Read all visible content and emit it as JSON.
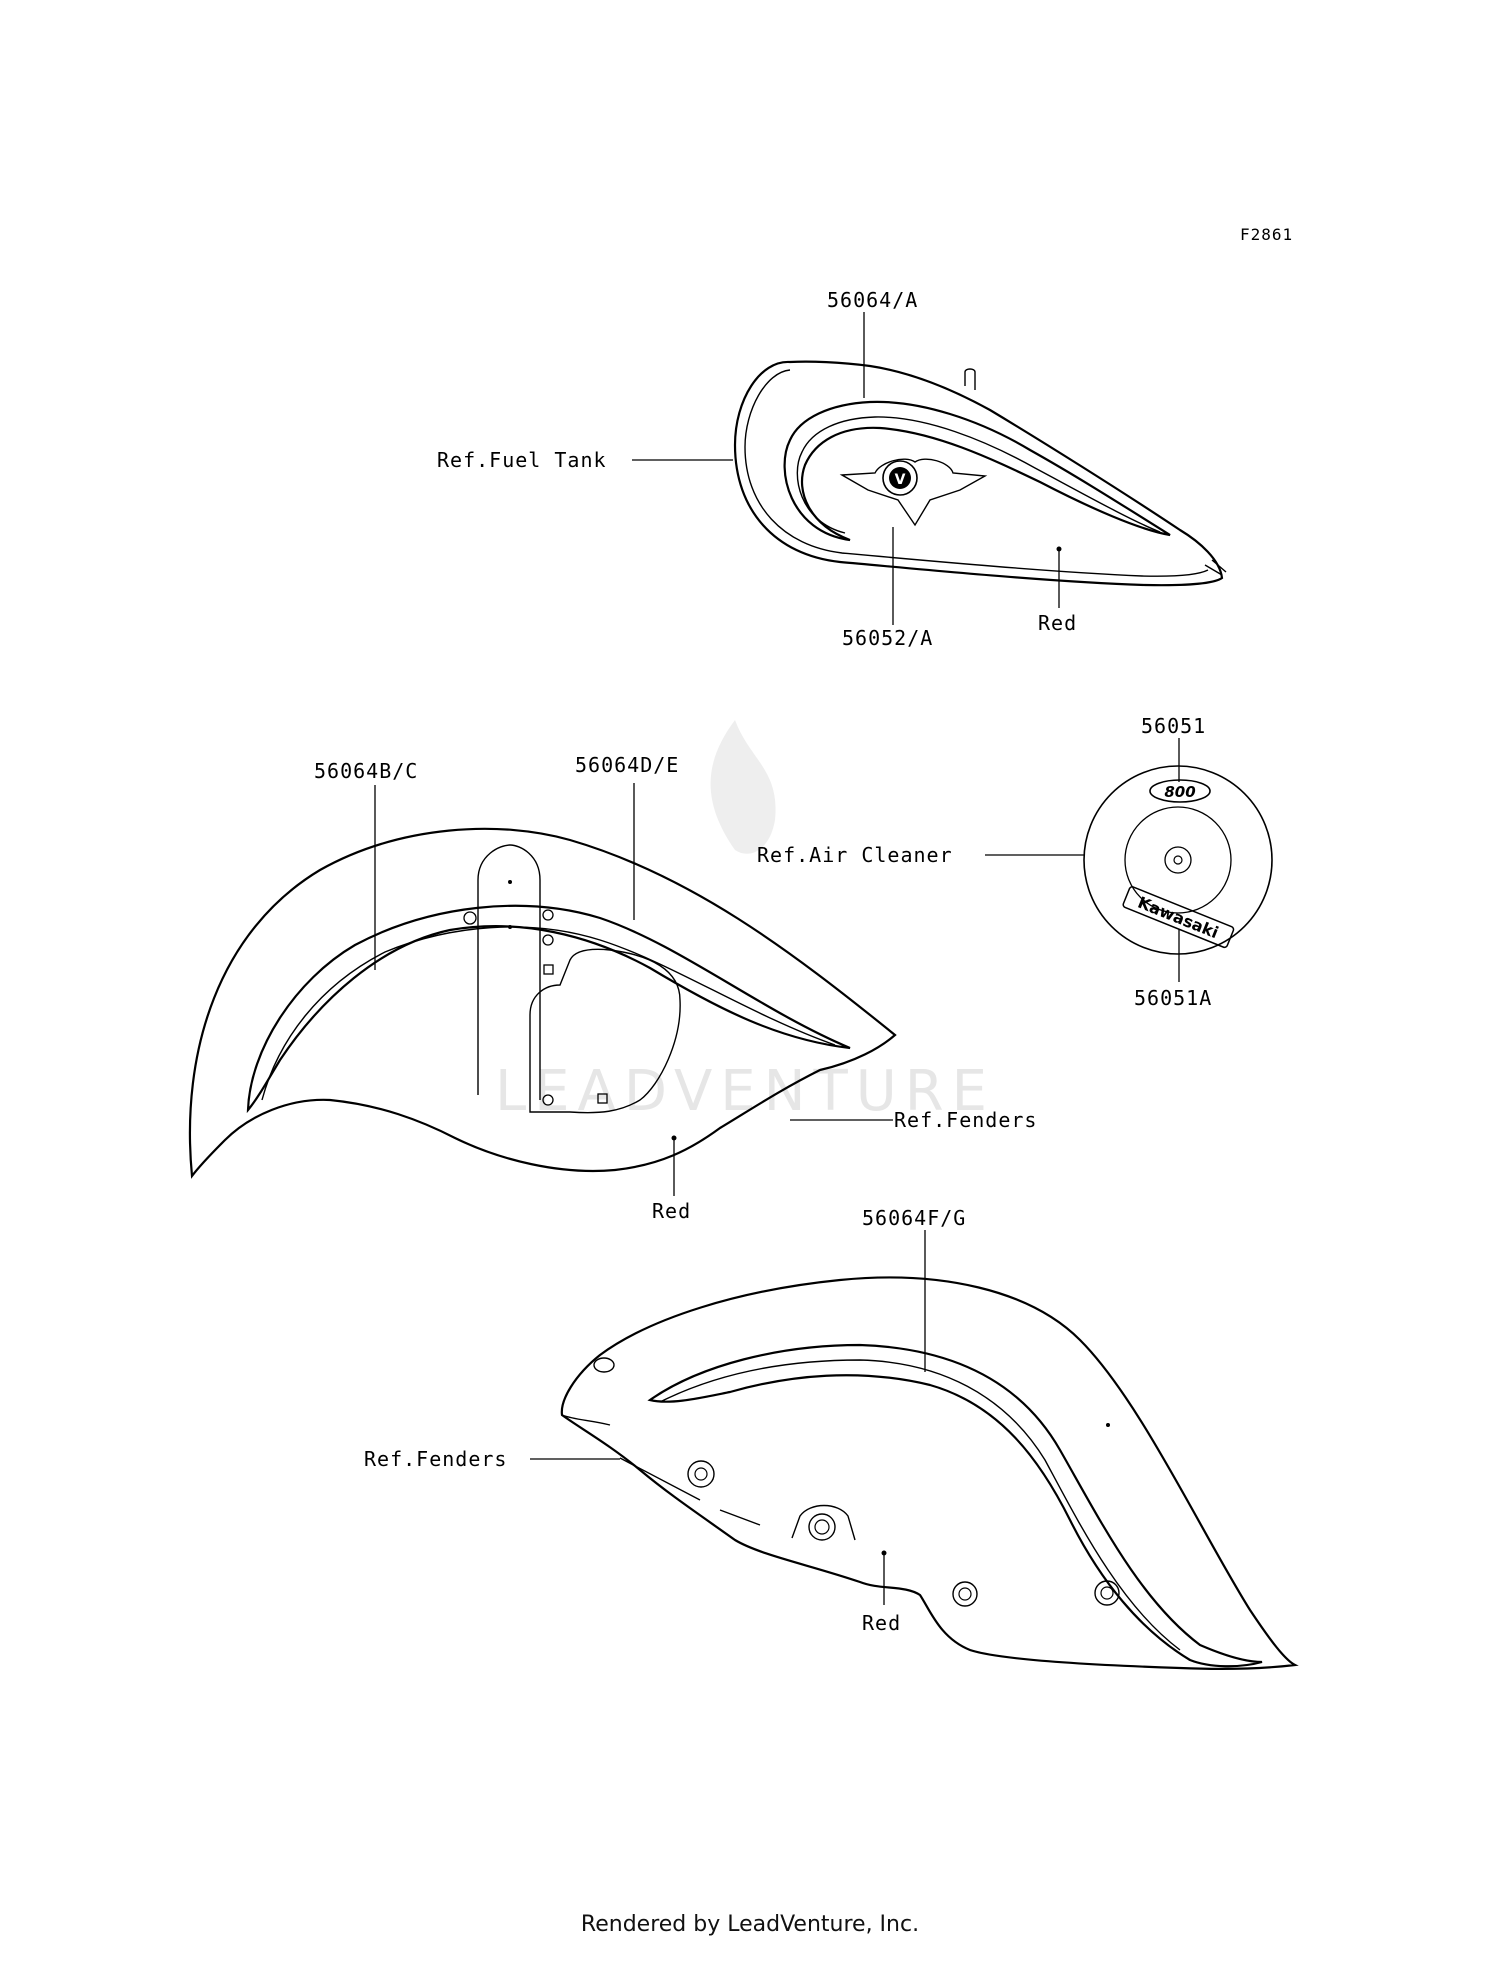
{
  "figure_code": "F2861",
  "callouts": {
    "tank_stripe": "56064/A",
    "tank_emblem": "56052/A",
    "tank_ref": "Ref.Fuel Tank",
    "tank_color": "Red",
    "front_stripe_left": "56064B/C",
    "front_stripe_right": "56064D/E",
    "front_ref": "Ref.Fenders",
    "front_color": "Red",
    "air_top": "56051",
    "air_ref": "Ref.Air Cleaner",
    "air_bottom": "56051A",
    "rear_stripe": "56064F/G",
    "rear_ref": "Ref.Fenders",
    "rear_color": "Red"
  },
  "emblem_text": {
    "air_cleaner_upper": "800",
    "air_cleaner_lower": "Kawasaki",
    "tank_badge": "V"
  },
  "watermark": "LEADVENTURE",
  "footer": "Rendered by LeadVenture, Inc."
}
